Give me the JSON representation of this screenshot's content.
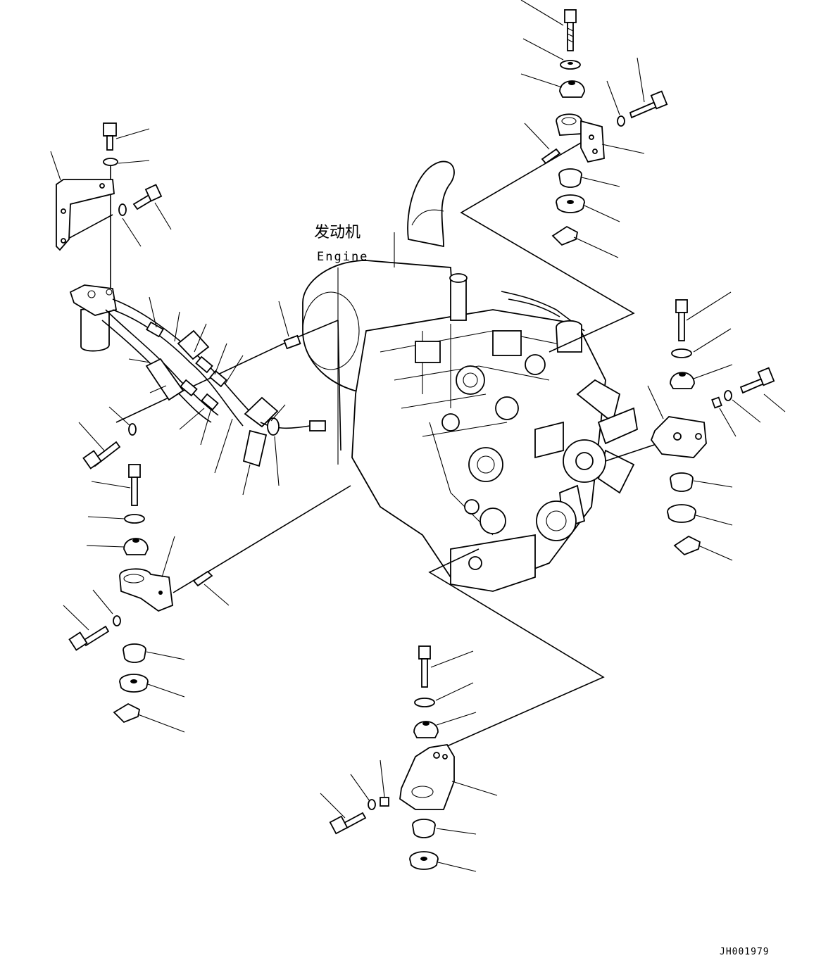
{
  "engine_label": {
    "chinese": "发动机",
    "english": "Engine"
  },
  "drawing_code": "JH001979"
}
